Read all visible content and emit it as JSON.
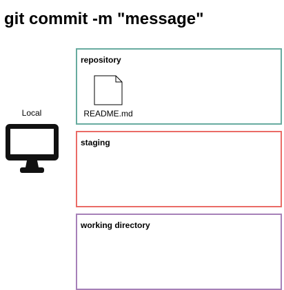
{
  "title": "git commit -m \"message\"",
  "local": {
    "label": "Local",
    "icon": "computer-icon"
  },
  "boxes": {
    "repository": {
      "label": "repository",
      "color": "#67AB9F",
      "files": [
        {
          "name": "README.md",
          "icon": "file-icon"
        }
      ]
    },
    "staging": {
      "label": "staging",
      "color": "#EA6B66"
    },
    "working": {
      "label": "working directory",
      "color": "#A680B8"
    }
  }
}
